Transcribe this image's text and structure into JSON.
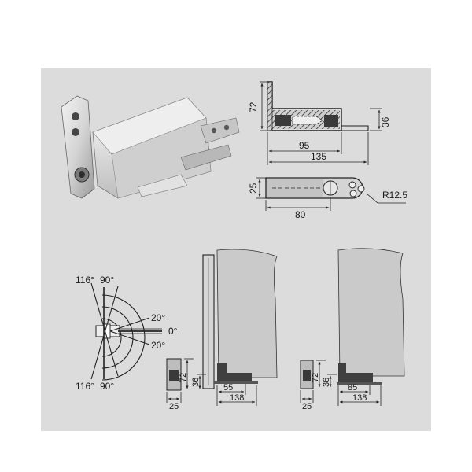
{
  "colors": {
    "paper": "#dcdcdc",
    "background": "#ffffff",
    "ink": "#1f1f1f",
    "hatch": "#3a3a3a",
    "door": "#c8c8c8"
  },
  "section_view": {
    "height": "72",
    "depth": "36",
    "inner_length": "95",
    "total_length": "135"
  },
  "plan_view": {
    "width": "25",
    "length": "80",
    "radius": "R12.5"
  },
  "swing_diagram": {
    "top_left": "116°",
    "top_right": "90°",
    "bottom_left": "116°",
    "bottom_right": "90°",
    "upper_small": "20°",
    "center": "0°",
    "lower_small": "20°"
  },
  "install_left": {
    "height": "72",
    "depth": "36",
    "offset": "55",
    "length": "138",
    "block_width": "25"
  },
  "install_right": {
    "height": "72",
    "depth": "36",
    "offset": "85",
    "length": "138",
    "block_width": "25"
  }
}
